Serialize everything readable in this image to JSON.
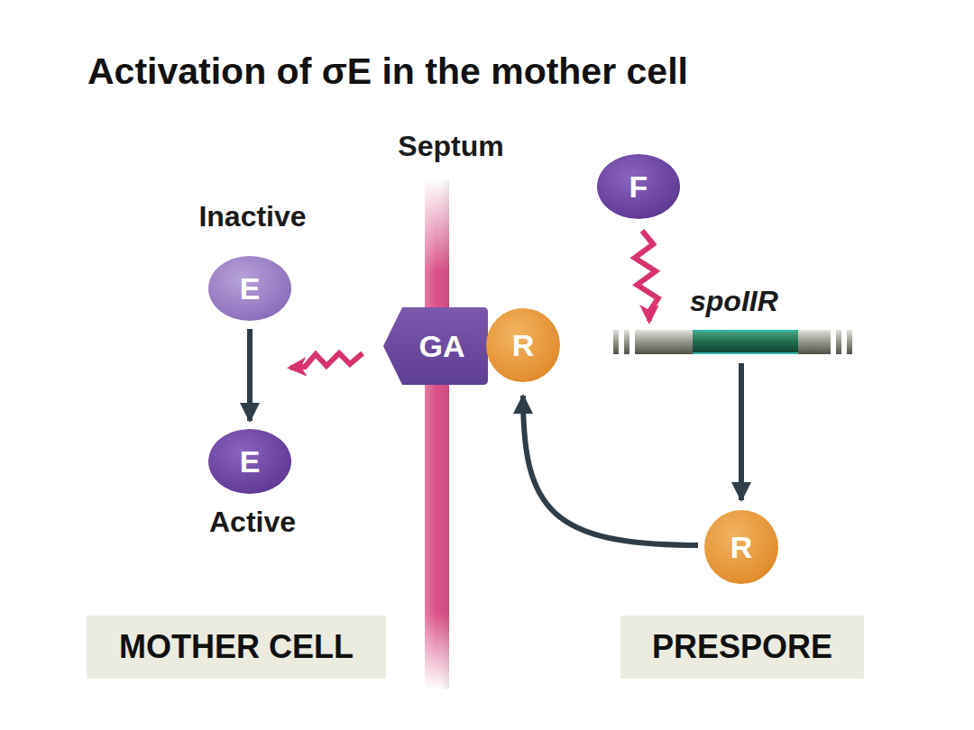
{
  "diagram": {
    "title": "Activation of σE in the mother cell",
    "nodes": [
      {
        "text": [
          "E"
        ]
      },
      {
        "text": [
          "E"
        ]
      },
      {
        "text": [
          "GA"
        ]
      },
      {
        "text": [
          "R"
        ]
      },
      {
        "text": [
          "F"
        ]
      },
      {
        "text": [
          "spoIIR"
        ]
      },
      {
        "text": [
          "R"
        ]
      },
      {
        "text": [
          "MOTHER CELL"
        ]
      },
      {
        "text": [
          "PRESPORE"
        ]
      }
    ],
    "edges": [
      {
        "from": 0,
        "to": 1,
        "arrow": "to"
      },
      {
        "from": 4,
        "to": 5,
        "arrow": "to"
      },
      {
        "from": 5,
        "to": 6,
        "arrow": "to"
      },
      {
        "from": 6,
        "to": 3,
        "arrow": "to"
      }
    ],
    "labels": [
      "Septum",
      "Inactive",
      "Active"
    ]
  }
}
